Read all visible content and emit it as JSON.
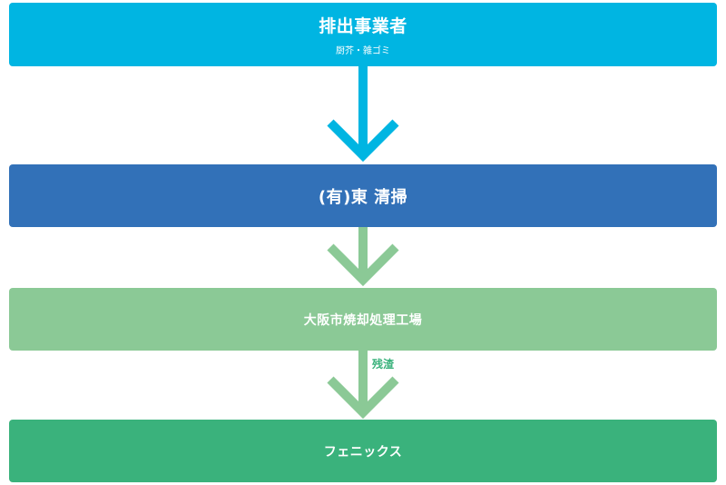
{
  "colors": {
    "step1": "#00b5e2",
    "step2": "#3271b8",
    "step3": "#8bc996",
    "step4": "#3ab27c",
    "arrow1": "#00b5e2",
    "arrow2": "#8bc996",
    "arrow3": "#8bc996",
    "note": "#3ab27c"
  },
  "steps": [
    {
      "title": "排出事業者",
      "subtitle": "厨芥・雑ゴミ"
    },
    {
      "title": "(有)東 清掃"
    },
    {
      "title": "大阪市焼却処理工場"
    },
    {
      "title": "フェニックス"
    }
  ],
  "arrow_labels": [
    "",
    "",
    "残渣"
  ]
}
